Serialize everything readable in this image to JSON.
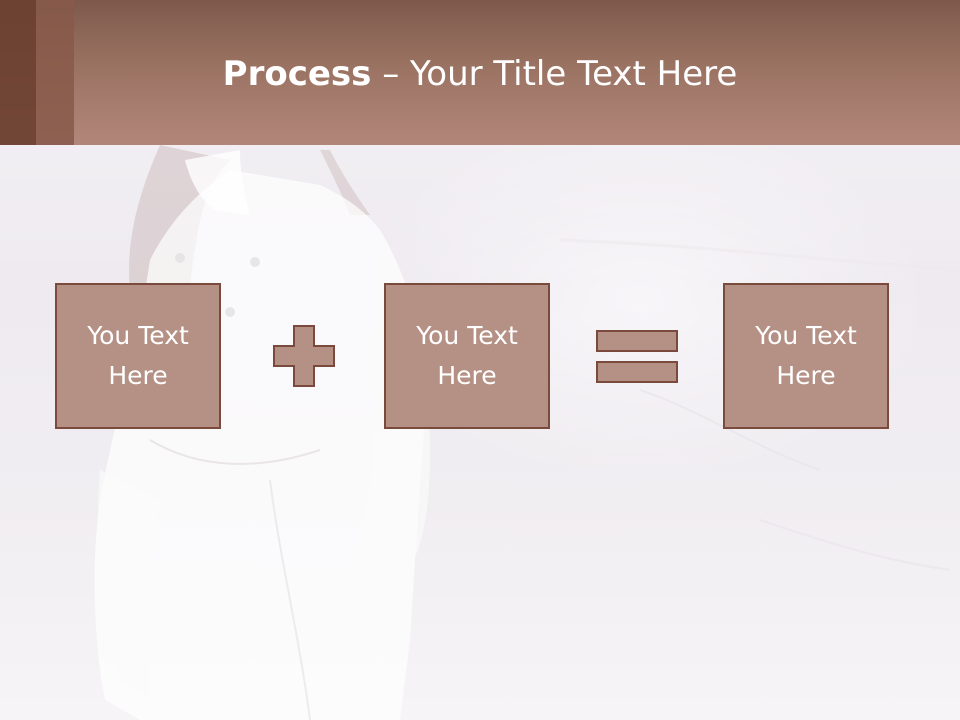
{
  "slide": {
    "title_bold": "Process",
    "title_dash": " – ",
    "title_rest": "Your Title Text Here",
    "colors": {
      "header_top": "#7e594b",
      "header_bottom": "#b2877a",
      "box_fill": "#b59084",
      "box_border": "#7a4a3d",
      "text": "#ffffff"
    }
  },
  "process": {
    "box1": "You Text\nHere",
    "operator1": "plus-icon",
    "box2": "You Text\nHere",
    "operator2": "equals-icon",
    "box3": "You Text\nHere"
  }
}
